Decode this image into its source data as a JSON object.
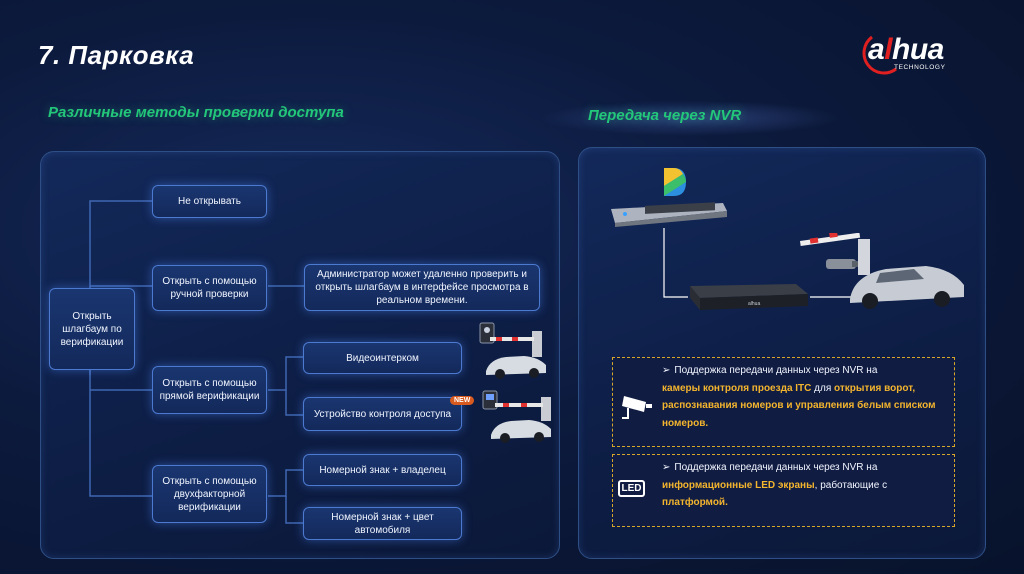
{
  "page": {
    "title": "7. Парковка"
  },
  "logo": {
    "text": "a​lhua",
    "subtitle": "TECHNOLOGY"
  },
  "left_section": {
    "title": "Различные методы проверки доступа",
    "root": "Открыть шлагбаум по верификации",
    "methods": [
      {
        "label": "Не открывать",
        "children": []
      },
      {
        "label": "Открыть с помощью ручной проверки",
        "children": [
          "Администратор может удаленно проверить и открыть шлагбаум в интерфейсе просмотра в реальном времени."
        ]
      },
      {
        "label": "Открыть с помощью прямой верификации",
        "children": [
          "Видеоинтерком",
          "Устройство контроля доступа"
        ]
      },
      {
        "label": "Открыть с помощью двухфакторной верификации",
        "children": [
          "Номерной знак + владелец",
          "Номерной знак + цвет автомобиля"
        ]
      }
    ],
    "new_badge": "NEW"
  },
  "right_section": {
    "title": "Передача через NVR",
    "nvr_brand": "alhua",
    "info1": {
      "arrow": "➢",
      "p1": "Поддержка передачи данных через NVR на",
      "h1": "камеры контроля проезда ITC",
      "p2": " для ",
      "h2": "открытия ворот, распознавания номеров и управления белым списком номеров."
    },
    "info2": {
      "arrow": "➢",
      "p1": "Поддержка передачи данных через NVR на",
      "h1": "информационные LED экраны",
      "p2": ", работающие с ",
      "h2": "платформой."
    },
    "led_label": "LED"
  },
  "colors": {
    "accent_green": "#23c77a",
    "highlight": "#f4b52e",
    "node_border": "#4c7ad0"
  }
}
